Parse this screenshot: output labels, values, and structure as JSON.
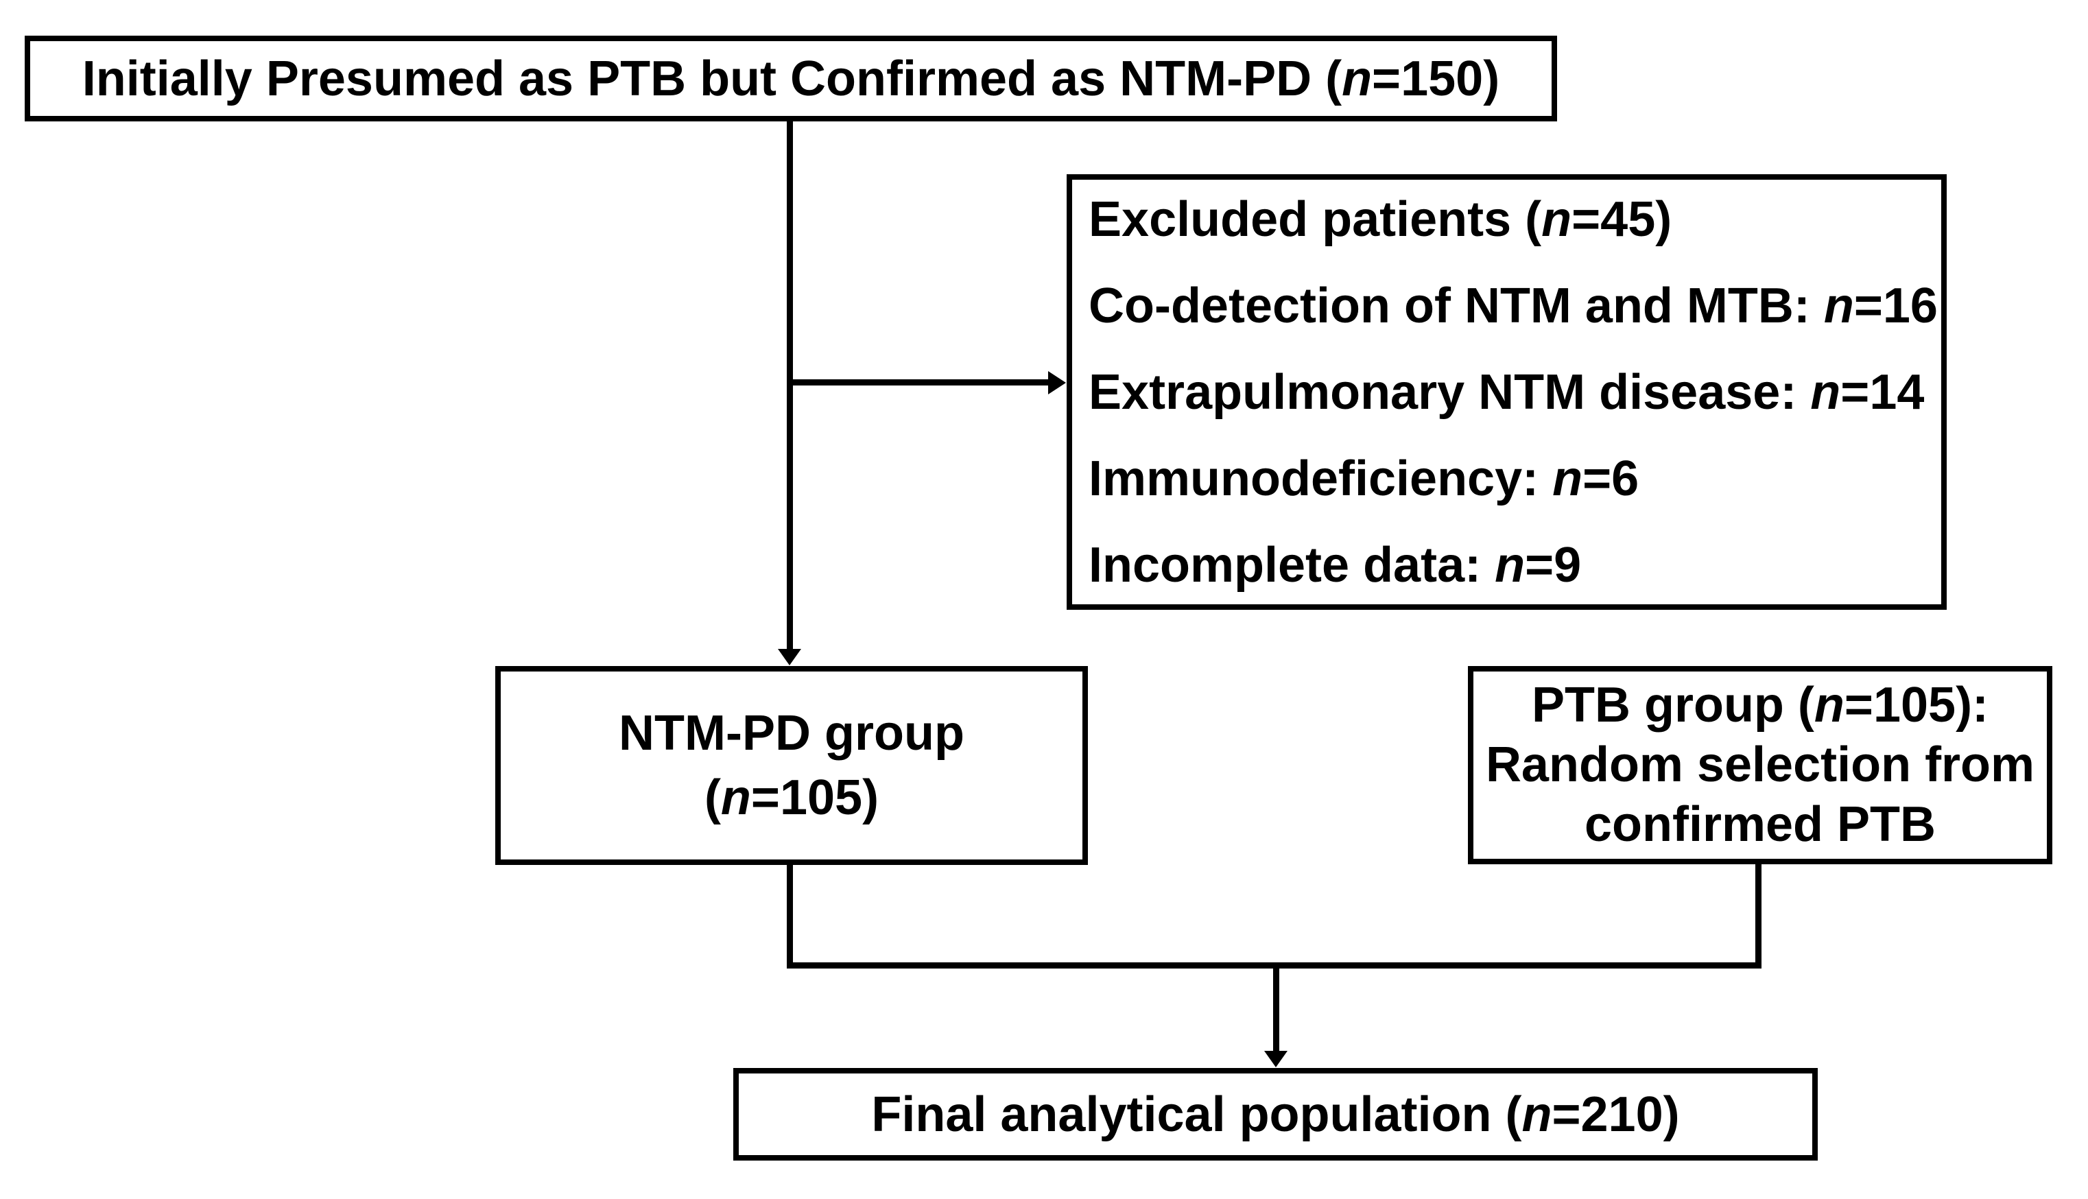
{
  "page": {
    "colors": {
      "ink": "#000000",
      "background": "#ffffff"
    }
  },
  "boxes": {
    "presumed": {
      "pre": "Initially Presumed as PTB but Confirmed as NTM-PD (",
      "n": "n",
      "post": "=150)"
    },
    "excluded": {
      "lines": [
        {
          "pre": "Excluded patients (",
          "n": "n",
          "post": "=45)"
        },
        {
          "pre": "Co-detection of NTM and MTB: ",
          "n": "n",
          "post": "=16"
        },
        {
          "pre": "Extrapulmonary NTM disease: ",
          "n": "n",
          "post": "=14"
        },
        {
          "pre": "Immunodeficiency: ",
          "n": "n",
          "post": "=6"
        },
        {
          "pre": "Incomplete data: ",
          "n": "n",
          "post": "=9"
        }
      ]
    },
    "ntmpd": {
      "line1": "NTM-PD group",
      "line2": {
        "pre": "(",
        "n": "n",
        "post": "=105)"
      }
    },
    "ptb": {
      "line1": {
        "pre": "PTB group (",
        "n": "n",
        "post": "=105):"
      },
      "line2": "Random selection from",
      "line3": "confirmed PTB"
    },
    "final": {
      "pre": "Final analytical population (",
      "n": "n",
      "post": "=210)"
    }
  }
}
